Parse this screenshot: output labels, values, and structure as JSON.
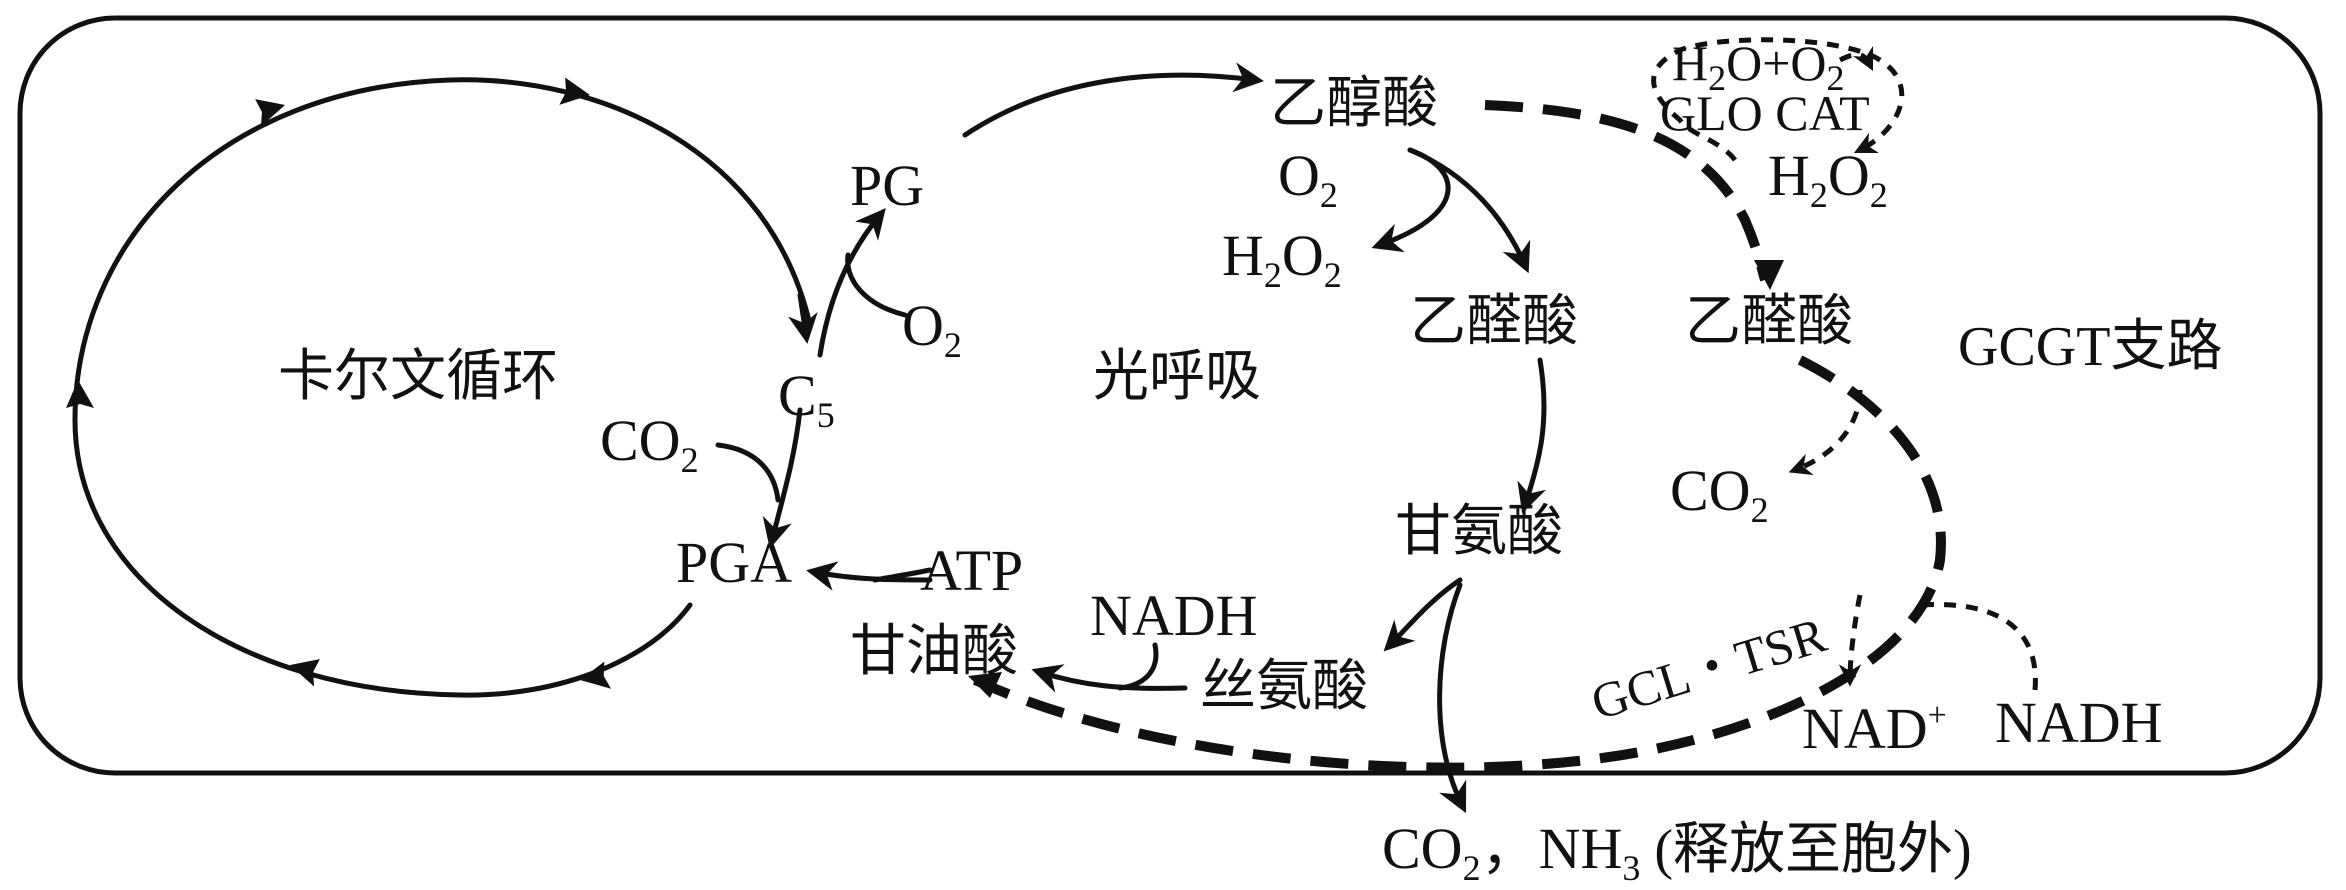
{
  "labels": {
    "calvin_cycle": "卡尔文循环",
    "photorespiration": "光呼吸",
    "gcgt_branch": "GCGT支路",
    "pg": "PG",
    "c5": "C",
    "c5_sub": "5",
    "co2_left": "CO",
    "co2_left_sub": "2",
    "pga": "PGA",
    "o2_left": "O",
    "o2_left_sub": "2",
    "atp": "ATP",
    "glycerate": "甘油酸",
    "nadh_mid": "NADH",
    "serine": "丝氨酸",
    "glycolate": "乙醇酸",
    "o2_mid": "O",
    "o2_mid_sub": "2",
    "h2o2_mid_a": "H",
    "h2o2_mid_sub1": "2",
    "h2o2_mid_b": "O",
    "h2o2_mid_sub2": "2",
    "glyoxylate_mid": "乙醛酸",
    "glycine": "甘氨酸",
    "release_co2": "CO",
    "release_co2_sub": "2",
    "release_rest_a": "，NH",
    "release_nh3_sub": "3",
    "release_rest_b": " (释放至胞外)",
    "h2o_o2_a": "H",
    "h2o_o2_sub1": "2",
    "h2o_o2_b": "O+O",
    "h2o_o2_sub2": "2",
    "glo_cat": "GLO CAT",
    "h2o2_right_a": "H",
    "h2o2_right_sub1": "2",
    "h2o2_right_b": "O",
    "h2o2_right_sub2": "2",
    "glyoxylate_right": "乙醛酸",
    "co2_right": "CO",
    "co2_right_sub": "2",
    "gcl_tsr": "GCL・TSR",
    "nad_plus": "NAD",
    "nad_plus_sup": "+",
    "nadh_right": "NADH"
  }
}
